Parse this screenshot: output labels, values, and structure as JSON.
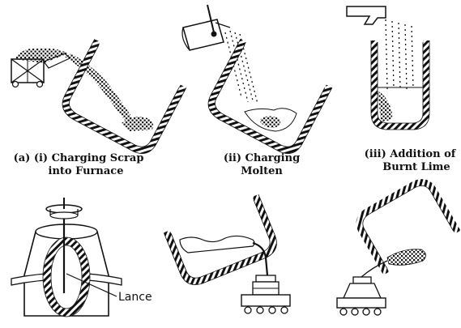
{
  "captions": {
    "panel_a_line1": "(a) (i) Charging Scrap",
    "panel_a_line2": "into Furnace",
    "panel_ii_line1": "(ii) Charging",
    "panel_ii_line2": "Molten",
    "panel_iii_line1": "(iii) Addition of",
    "panel_iii_line2": "Burnt Lime"
  },
  "labels": {
    "lance": "Lance"
  },
  "colors": {
    "ink": "#111111",
    "background": "#ffffff",
    "hatch": "#111111"
  }
}
